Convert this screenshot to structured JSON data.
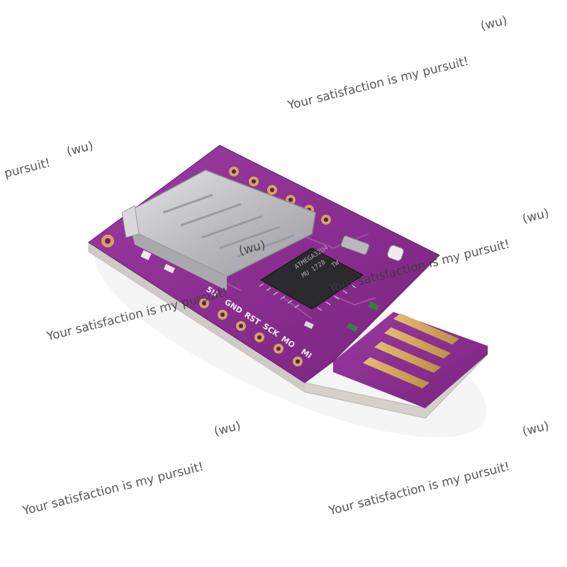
{
  "watermark": {
    "full": "Your satisfaction is my pursuit!",
    "tail": "(wu)",
    "fragment_left": "pursuit!",
    "fragment_mid": "(wu)"
  },
  "silkscreen": {
    "pin_5v": "5U",
    "pin_gnd": "GND",
    "pin_rst": "RST",
    "pin_sck": "SCK",
    "pin_mo": "MO",
    "pin_mi": "MI"
  },
  "chip": {
    "line1": "ATMEGA32U4",
    "line2": "MU 1728",
    "line3": "TW"
  },
  "colors": {
    "pcb": "#8a2b8f",
    "pcb_dark": "#5e1a63",
    "pcb_edge": "#d6d2cf",
    "gold": "#d4a35c",
    "metal": "#c7c7c9",
    "chip": "#2a2a2e"
  }
}
